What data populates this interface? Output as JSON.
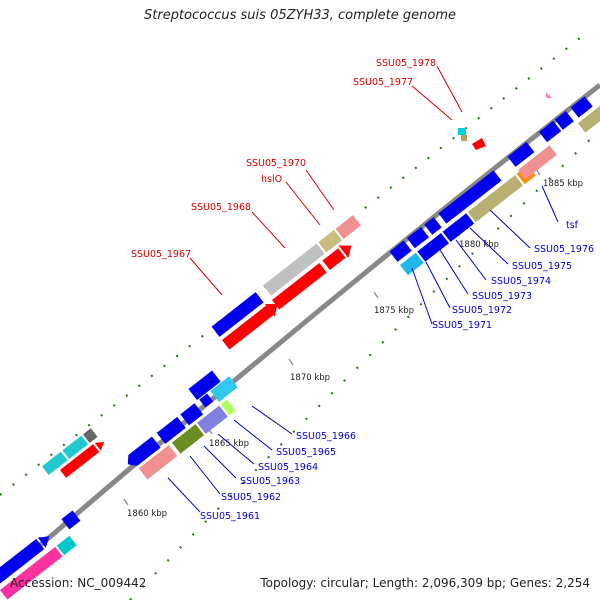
{
  "title": "Streptococcus suis 05ZYH33, complete genome",
  "accession": "Accession: NC_009442",
  "summary": "Topology: circular; Length: 2,096,309 bp; Genes: 2,254",
  "ticks": [
    "1860 kbp",
    "1865 kbp",
    "1870 kbp",
    "1875 kbp",
    "1880 kbp",
    "1885 kbp"
  ],
  "labels_top": [
    "SSU05_1967",
    "SSU05_1968",
    "hslO",
    "SSU05_1970",
    "SSU05_1977",
    "SSU05_1978"
  ],
  "labels_bottom": [
    "SSU05_1961",
    "SSU05_1962",
    "SSU05_1963",
    "SSU05_1964",
    "SSU05_1965",
    "SSU05_1966",
    "SSU05_1971",
    "SSU05_1972",
    "SSU05_1973",
    "SSU05_1974",
    "SSU05_1975",
    "SSU05_1976",
    "tsf"
  ],
  "colors": {
    "backbone": "#888888",
    "forward": "#ff0000",
    "reverse": "#0000ff",
    "label_red": "#d40000",
    "label_blue": "#0000cc",
    "gc_dots": "#2e7d1e"
  }
}
